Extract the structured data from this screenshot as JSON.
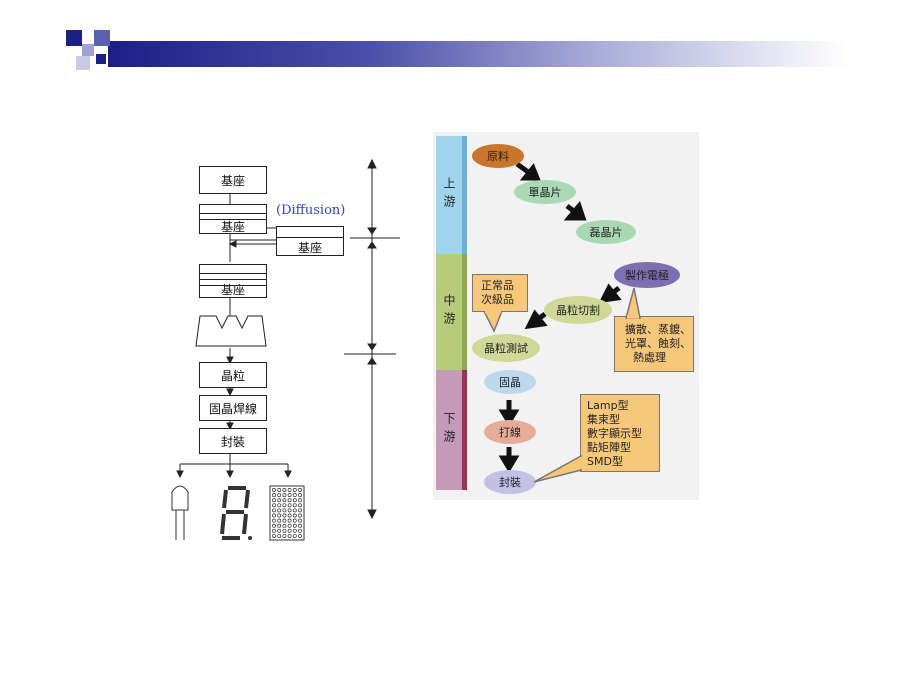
{
  "slide": {
    "left_diagram": {
      "steps": [
        "基座",
        "基座",
        "基座",
        "晶粒",
        "固晶焊線",
        "封裝"
      ],
      "diffusion_label": "(Diffusion)",
      "diffusion_substrate": "基座"
    },
    "right_diagram": {
      "stages": {
        "upstream": "上游",
        "midstream": "中游",
        "downstream": "下游"
      },
      "nodes": {
        "raw_material": "原料",
        "single_crystal": "單晶片",
        "epi_wafer": "磊晶片",
        "make_electrode": "製作電極",
        "die_cutting": "晶粒切割",
        "die_testing": "晶粒測試",
        "die_bond": "固晶",
        "wire_bond": "打線",
        "packaging": "封裝"
      },
      "callouts": {
        "grades": [
          "正常品",
          "次級品"
        ],
        "processes": [
          "擴散、蒸鍍、",
          "光罩、蝕刻、",
          "熱處理"
        ],
        "package_types": [
          "Lamp型",
          "集束型",
          "數字顯示型",
          "點矩陣型",
          "SMD型"
        ]
      },
      "colors": {
        "upstream_band": "#9fd4ec",
        "midstream_band": "#b7cc7a",
        "downstream_band": "#c49ab8",
        "raw_material": "#c9762c",
        "upstream_node": "#a9d9b4",
        "electrode_node": "#7d6fb2",
        "midstream_node": "#cfd896",
        "die_bond_node": "#bcd8ec",
        "wire_bond_node": "#e7ab9a",
        "packaging_node": "#c3c0e6",
        "callout": "#f7c77a"
      }
    }
  }
}
